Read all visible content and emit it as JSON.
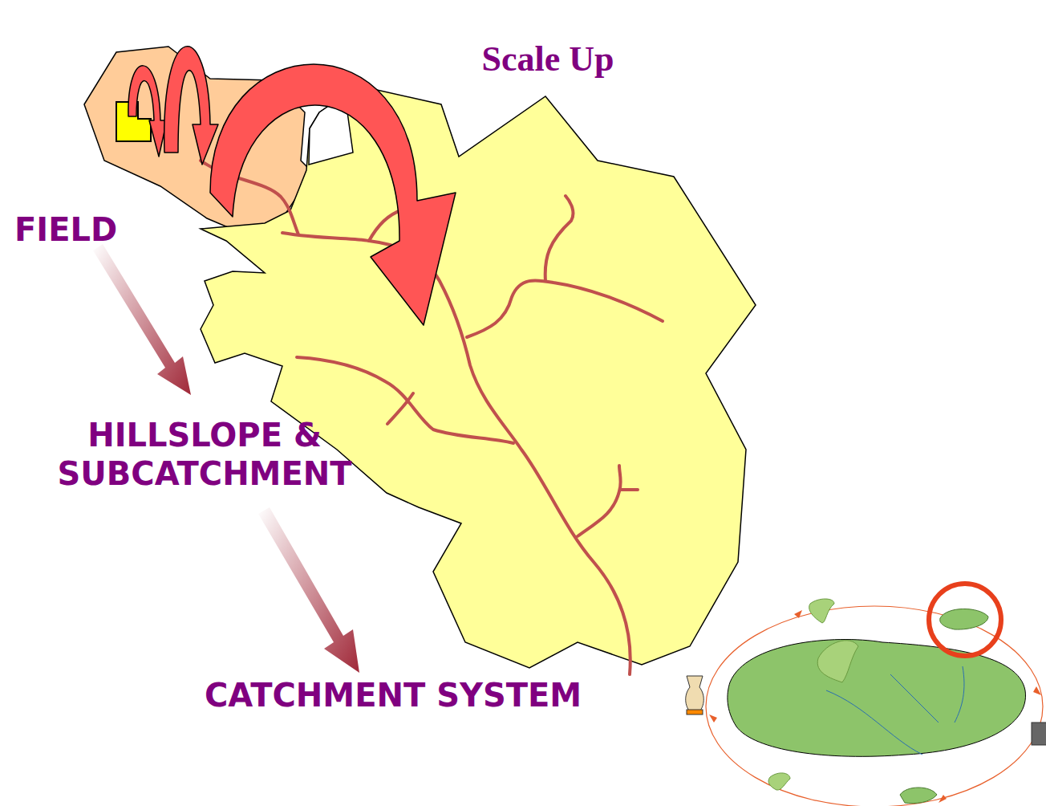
{
  "diagram": {
    "title": "Scale Up",
    "labels": [
      "FIELD",
      "HILLSLOPE & SUBCATCHMENT",
      "CATCHMENT SYSTEM"
    ]
  }
}
